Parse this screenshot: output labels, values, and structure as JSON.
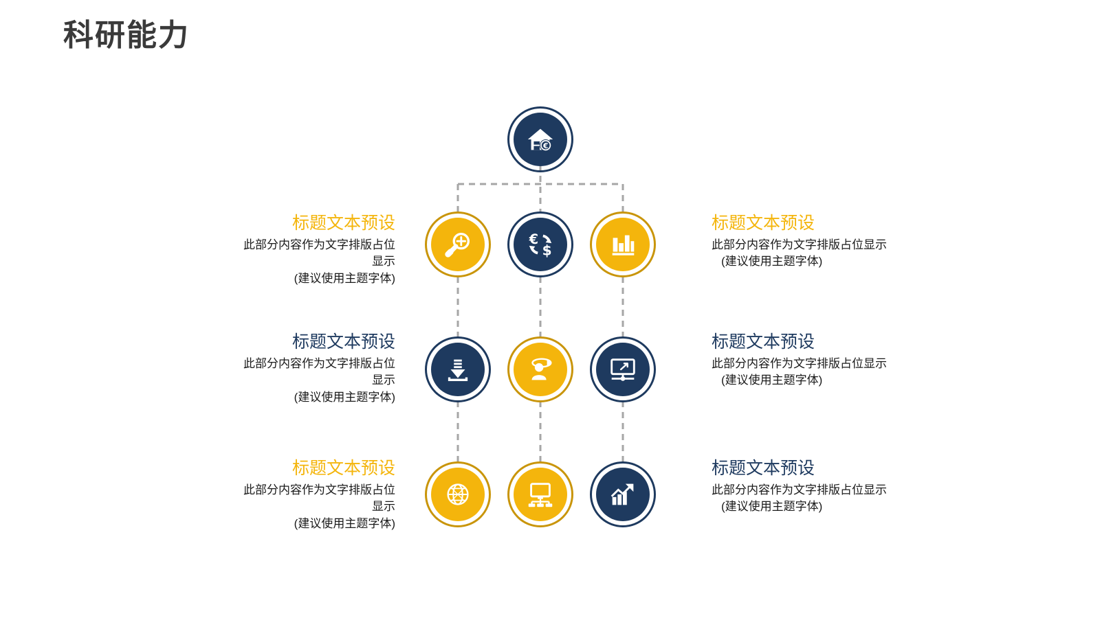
{
  "page": {
    "title": "科研能力",
    "title_color": "#3a3a3a",
    "background": "#ffffff"
  },
  "theme": {
    "gold": "#f4b50c",
    "gold_ring": "#c9950a",
    "navy": "#1e3a5f",
    "connector": "#a6a6a6",
    "body_text": "#1a1a1a"
  },
  "diagram": {
    "type": "tree-org-chart",
    "root": {
      "id": "root",
      "icon": "house-euro-icon",
      "color": "navy"
    },
    "columns": 3,
    "rows": 3,
    "nodes": [
      {
        "id": "r1c1",
        "row": 1,
        "col": 1,
        "icon": "magnifier-plus-icon",
        "color": "gold"
      },
      {
        "id": "r1c2",
        "row": 1,
        "col": 2,
        "icon": "currency-exchange-icon",
        "color": "navy"
      },
      {
        "id": "r1c3",
        "row": 1,
        "col": 3,
        "icon": "bar-chart-icon",
        "color": "gold"
      },
      {
        "id": "r2c1",
        "row": 2,
        "col": 1,
        "icon": "download-icon",
        "color": "navy"
      },
      {
        "id": "r2c2",
        "row": 2,
        "col": 2,
        "icon": "person-speech-icon",
        "color": "gold"
      },
      {
        "id": "r2c3",
        "row": 2,
        "col": 3,
        "icon": "monitor-presentation-icon",
        "color": "navy"
      },
      {
        "id": "r3c1",
        "row": 3,
        "col": 1,
        "icon": "globe-network-icon",
        "color": "gold"
      },
      {
        "id": "r3c2",
        "row": 3,
        "col": 2,
        "icon": "computer-network-icon",
        "color": "gold"
      },
      {
        "id": "r3c3",
        "row": 3,
        "col": 3,
        "icon": "growth-chart-icon",
        "color": "navy"
      }
    ]
  },
  "text_blocks": {
    "left": [
      {
        "id": "left-row-1",
        "title": "标题文本预设",
        "title_color": "gold",
        "body": "此部分内容作为文字排版占位显示",
        "note": "(建议使用主题字体)"
      },
      {
        "id": "left-row-2",
        "title": "标题文本预设",
        "title_color": "navy",
        "body": "此部分内容作为文字排版占位显示",
        "note": "(建议使用主题字体)"
      },
      {
        "id": "left-row-3",
        "title": "标题文本预设",
        "title_color": "gold",
        "body": "此部分内容作为文字排版占位显示",
        "note": "(建议使用主题字体)"
      }
    ],
    "right": [
      {
        "id": "right-row-1",
        "title": "标题文本预设",
        "title_color": "gold",
        "body": "此部分内容作为文字排版占位显示",
        "note": "(建议使用主题字体)"
      },
      {
        "id": "right-row-2",
        "title": "标题文本预设",
        "title_color": "navy",
        "body": "此部分内容作为文字排版占位显示",
        "note": "(建议使用主题字体)"
      },
      {
        "id": "right-row-3",
        "title": "标题文本预设",
        "title_color": "navy",
        "body": "此部分内容作为文字排版占位显示",
        "note": "(建议使用主题字体)"
      }
    ]
  }
}
